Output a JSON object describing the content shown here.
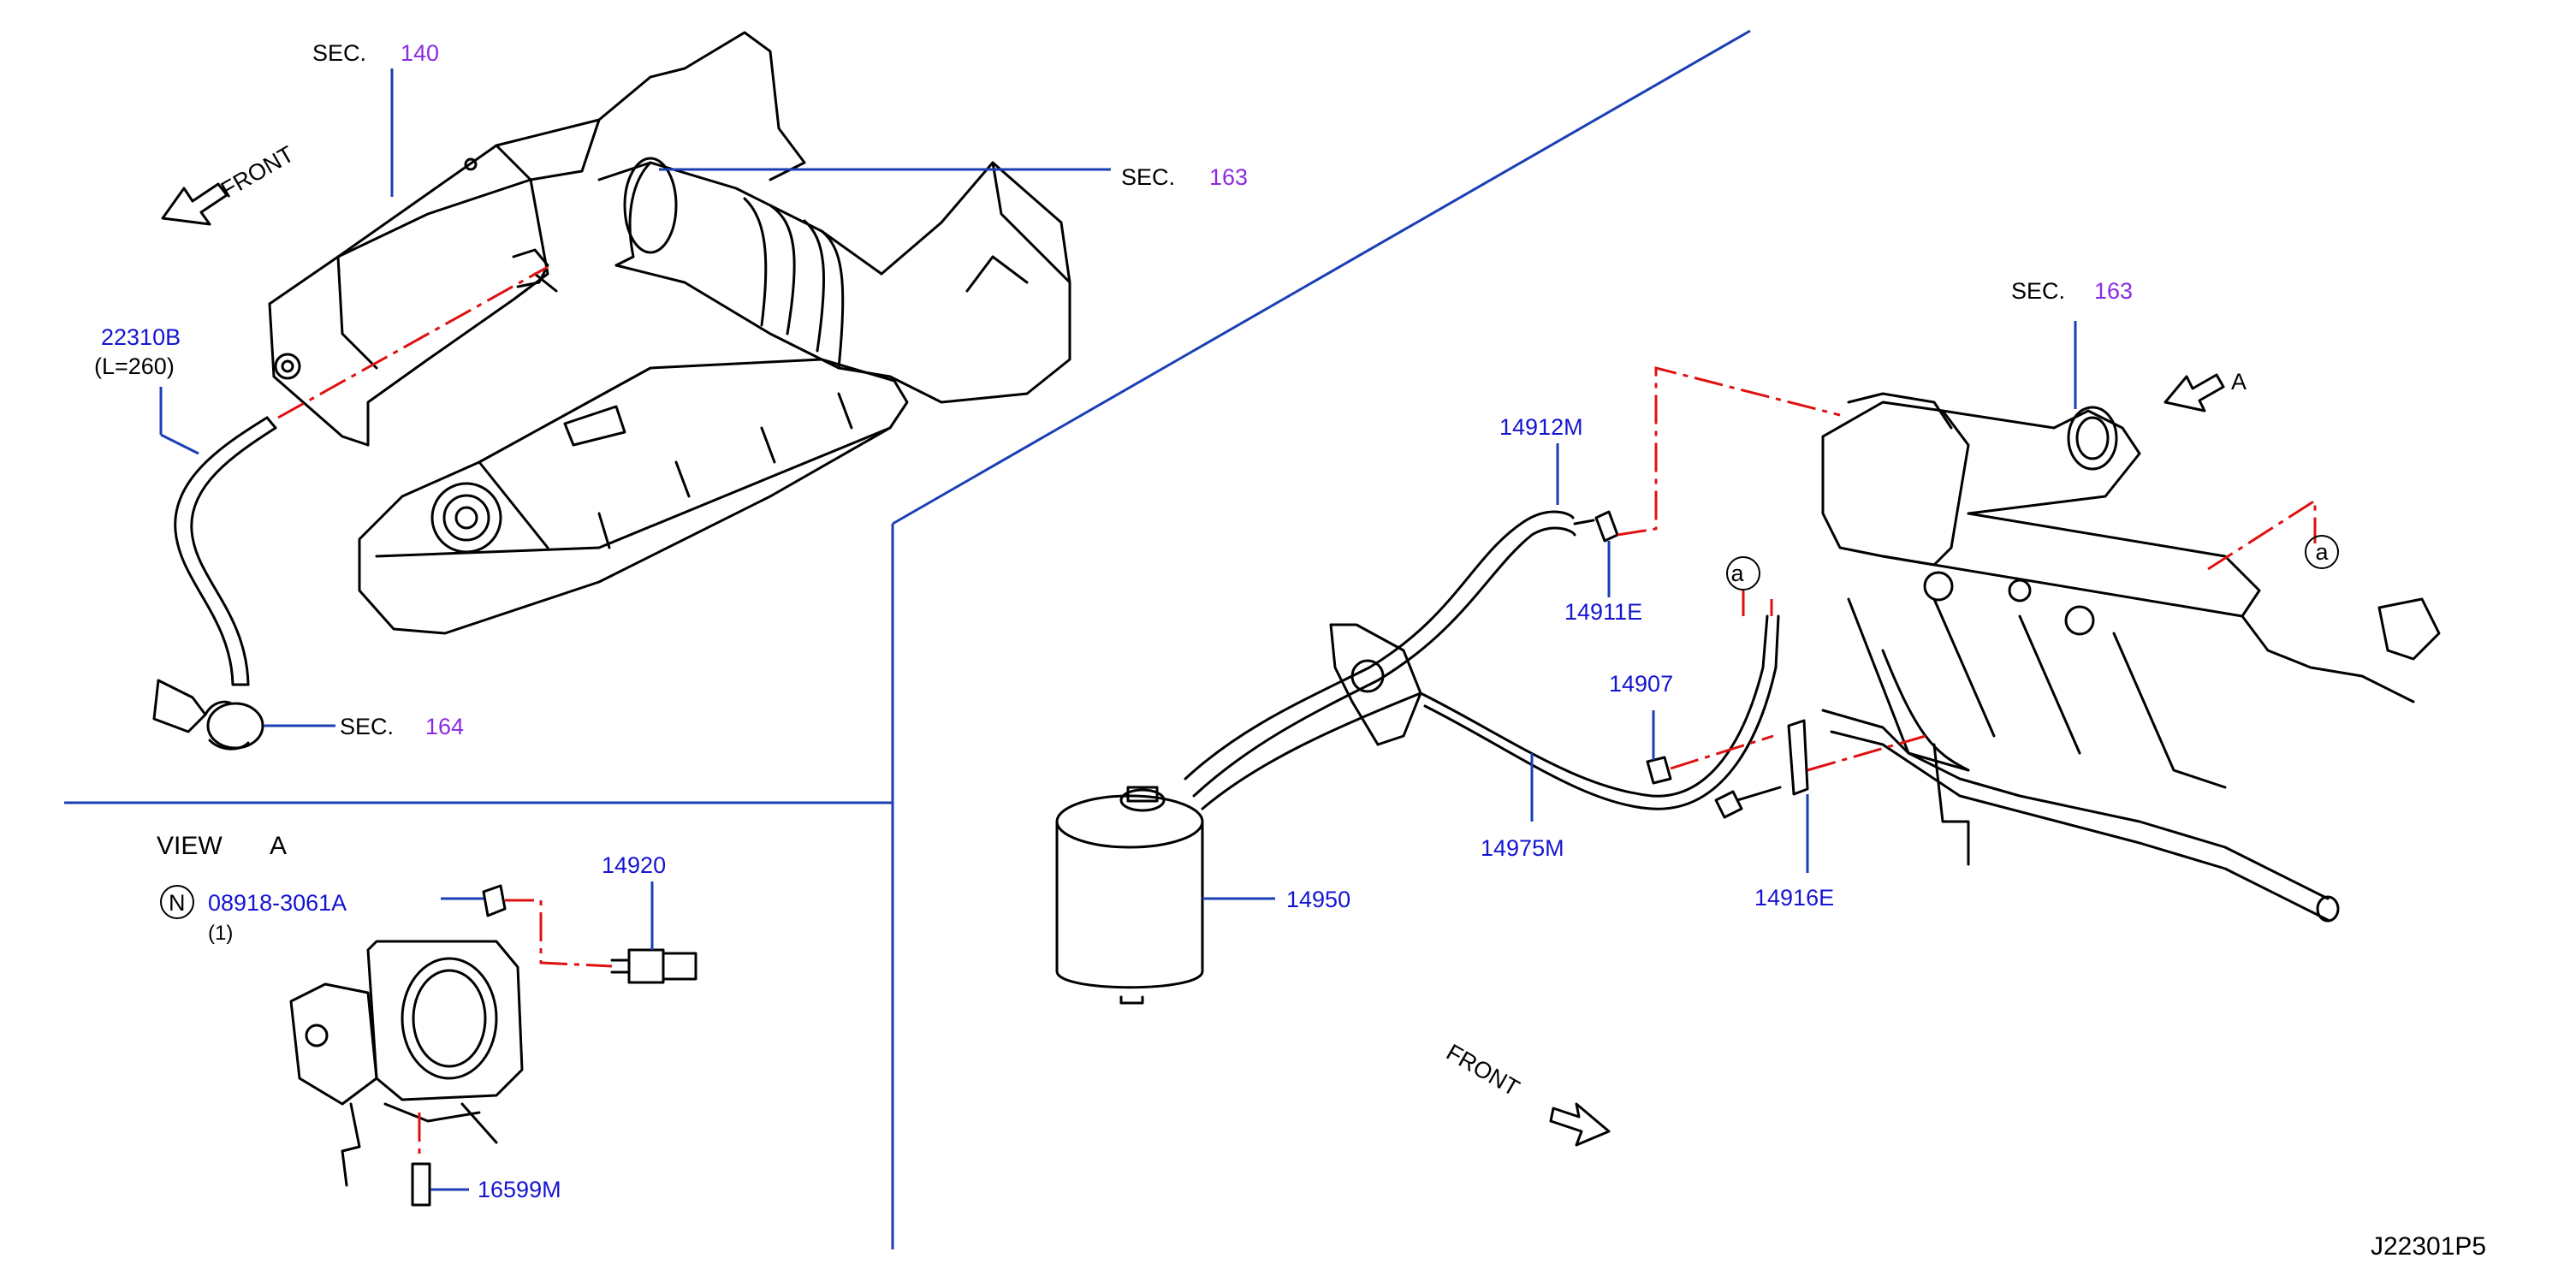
{
  "colors": {
    "part_number": "#1414d2",
    "sec_number": "#8a2be2",
    "leader": "#1a3fb5",
    "mating_line": "#e01010"
  },
  "labels": {
    "sec140": {
      "prefix": "SEC.",
      "num": "140"
    },
    "sec163_top": {
      "prefix": "SEC.",
      "num": "163"
    },
    "sec164": {
      "prefix": "SEC.",
      "num": "164"
    },
    "sec163_right": {
      "prefix": "SEC.",
      "num": "163"
    },
    "front_top": "FRONT",
    "front_bottom": "FRONT",
    "view_a_arrow": "A",
    "p22310b": "22310B",
    "p22310b_len": "(L=260)",
    "view_a_title": {
      "word": "VIEW",
      "letter": "A"
    },
    "n_marker": "N",
    "p08918": "08918-3061A",
    "p08918_qty": "(1)",
    "p14920": "14920",
    "p16599m": "16599M",
    "p14912m": "14912M",
    "p14911e": "14911E",
    "p14907": "14907",
    "p14975m": "14975M",
    "p14916e": "14916E",
    "p14950": "14950",
    "ref_a1": "a",
    "ref_a2": "a",
    "diagram_code": "J22301P5"
  }
}
